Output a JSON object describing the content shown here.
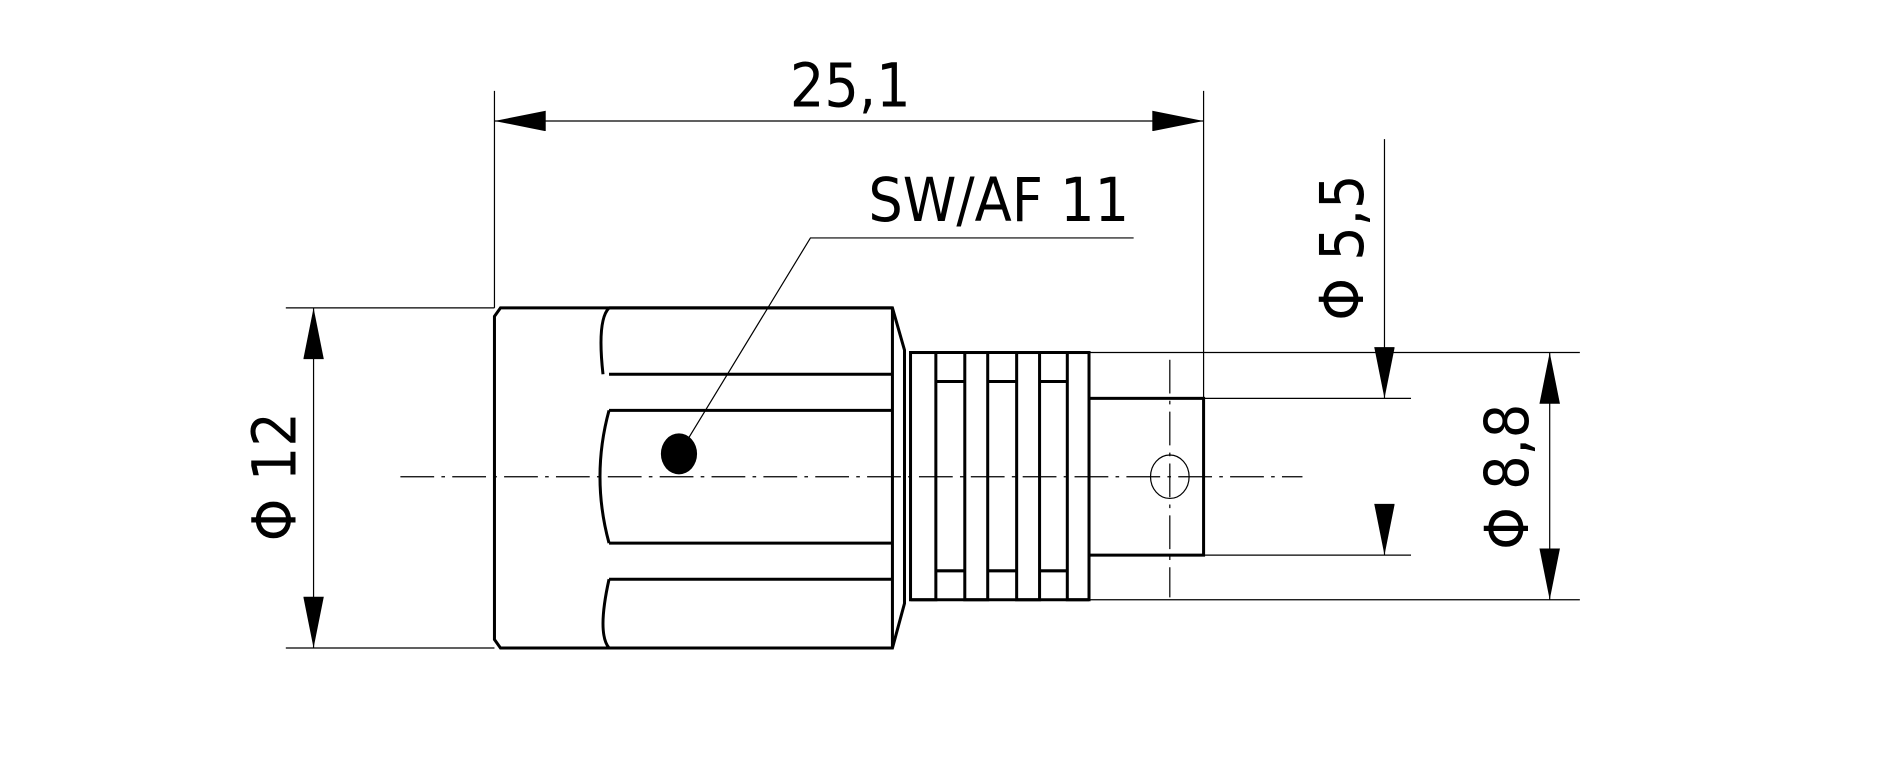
{
  "drawing": {
    "length_label": "25,1",
    "wrench_label": "SW/AF 11",
    "diameter_outer_label": "Φ 12",
    "diameter_pin_label": "Φ 5,5",
    "diameter_shaft_label": "Φ 8,8"
  }
}
